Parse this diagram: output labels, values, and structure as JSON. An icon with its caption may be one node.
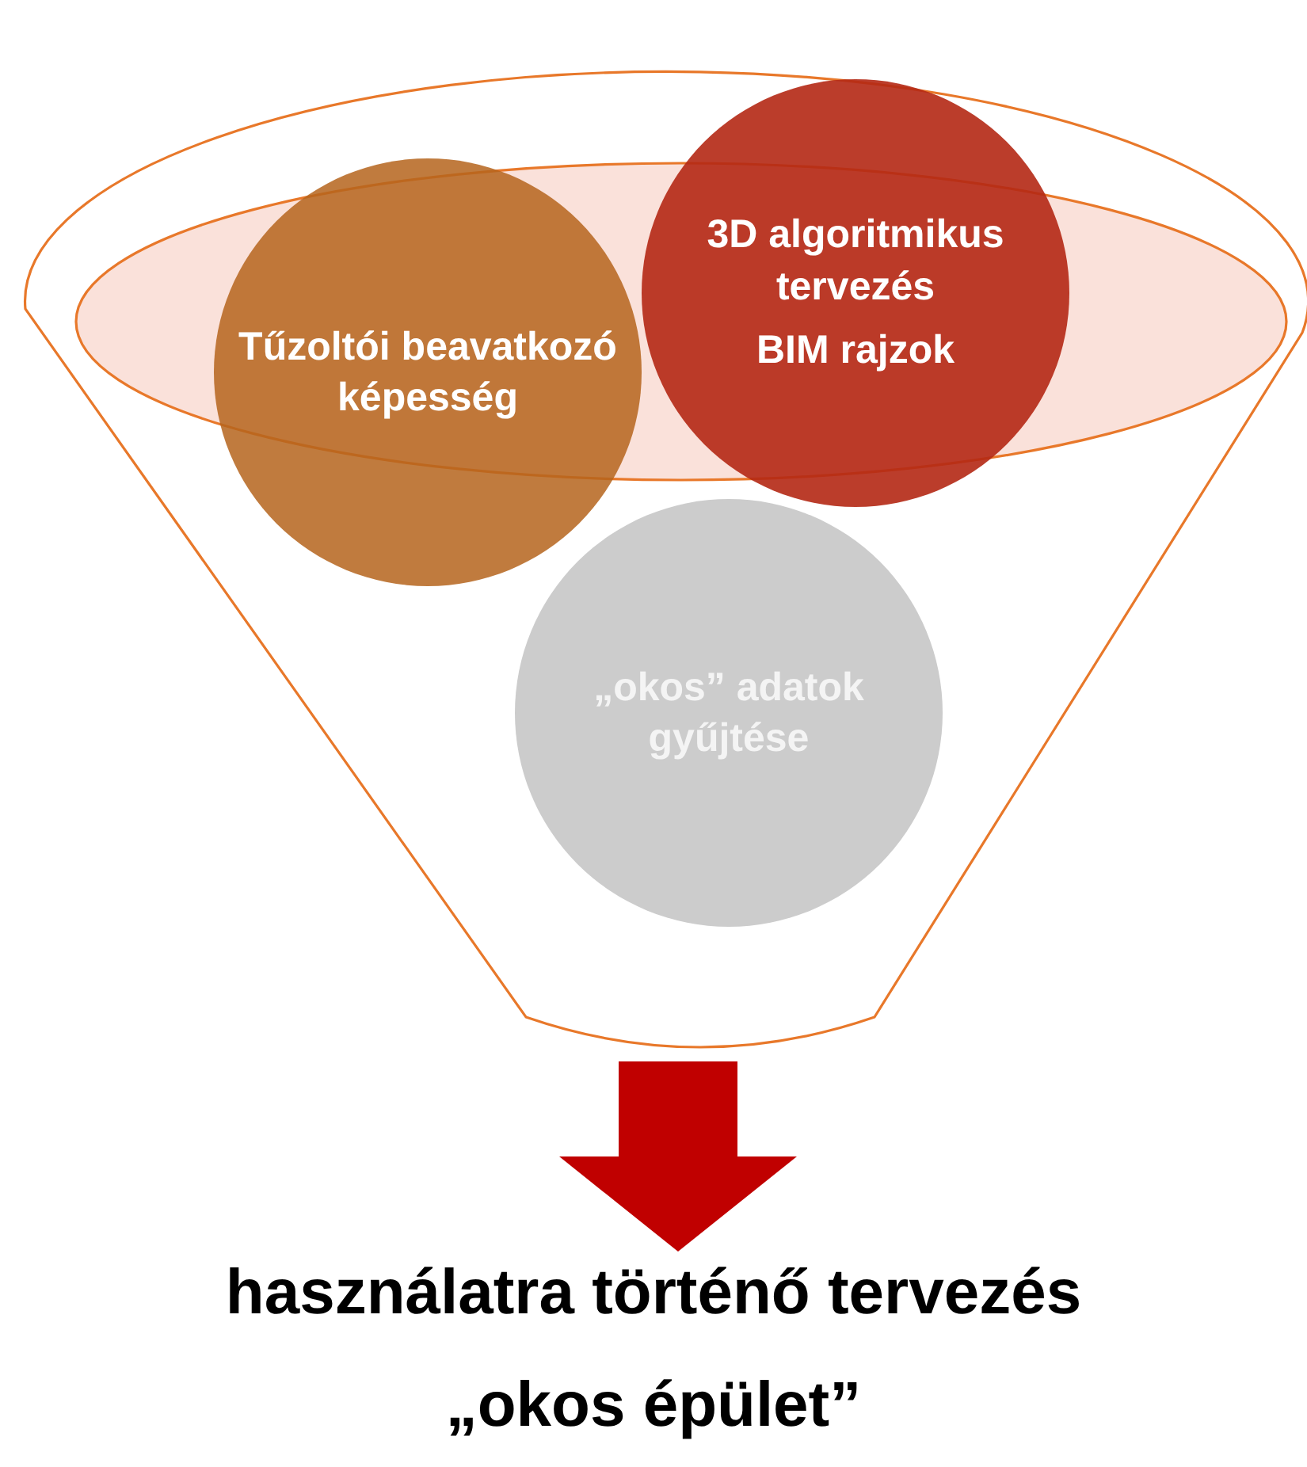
{
  "diagram": {
    "nodes": [
      {
        "text": [],
        "shape": "funnel"
      },
      {
        "text": [
          "Tűzoltói beavatkozó képesség"
        ],
        "in": 0
      },
      {
        "text": [
          "3D algoritmikus tervezés",
          "BIM rajzok"
        ],
        "in": 0
      },
      {
        "text": [
          "„okos” adatok gyűjtése"
        ],
        "in": 0
      },
      {
        "text": [
          "használatra történő tervezés",
          "„okos épület”"
        ]
      }
    ],
    "edges": [
      {
        "from": 0,
        "to": 4,
        "arrow": "to",
        "color": "#c00000"
      }
    ]
  }
}
